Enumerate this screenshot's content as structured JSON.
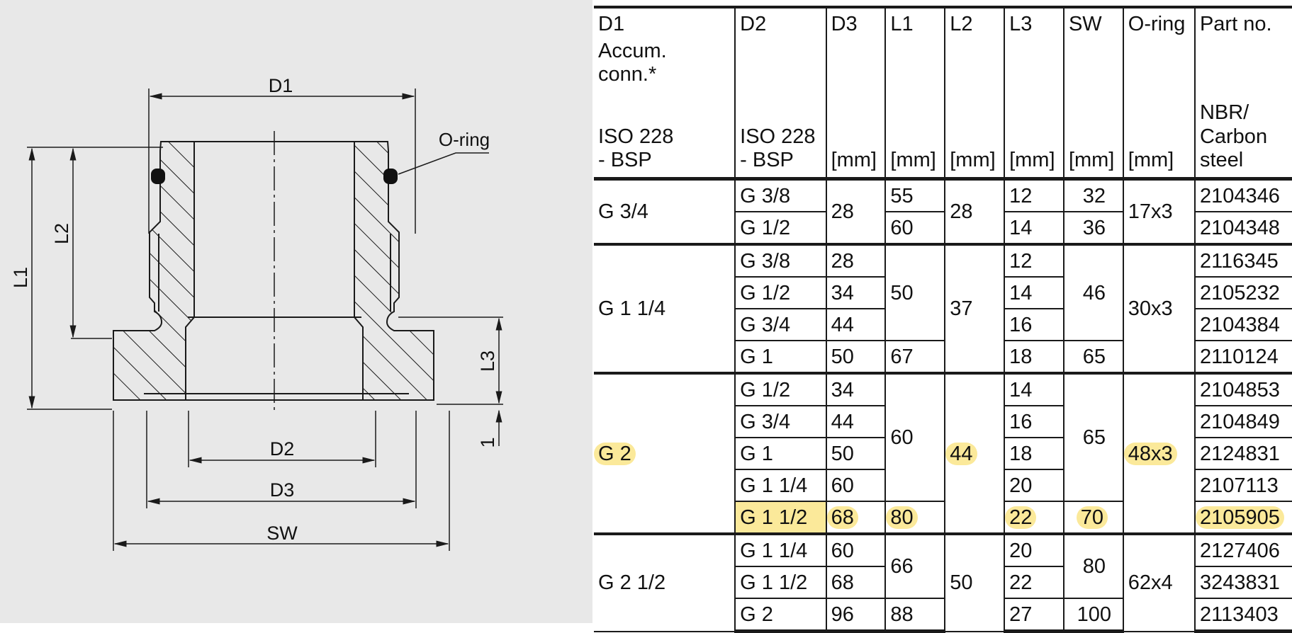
{
  "drawing": {
    "labels": {
      "d1": "D1",
      "d2": "D2",
      "d3": "D3",
      "sw": "SW",
      "l1": "L1",
      "l2": "L2",
      "l3": "L3",
      "gap": "1",
      "oring": "O-ring"
    }
  },
  "table": {
    "headers": [
      {
        "top": "D1",
        "mid": "Accum. conn.*",
        "bottom": "ISO 228 - BSP"
      },
      {
        "top": "D2",
        "mid": "",
        "bottom": "ISO 228 - BSP"
      },
      {
        "top": "D3",
        "mid": "",
        "bottom": "[mm]"
      },
      {
        "top": "L1",
        "mid": "",
        "bottom": "[mm]"
      },
      {
        "top": "L2",
        "mid": "",
        "bottom": "[mm]"
      },
      {
        "top": "L3",
        "mid": "",
        "bottom": "[mm]"
      },
      {
        "top": "SW",
        "mid": "",
        "bottom": "[mm]"
      },
      {
        "top": "O-ring",
        "mid": "",
        "bottom": "[mm]"
      },
      {
        "top": "Part no.",
        "mid": "",
        "bottom": "NBR/ Carbon steel"
      }
    ],
    "highlight_color": "#fbe99a",
    "groups": [
      {
        "d1": "G 3/4",
        "l2": "28",
        "oring": "17x3",
        "rows": [
          {
            "d2": "G 3/8",
            "d3": "28",
            "l1": "55",
            "l3": "12",
            "sw": "32",
            "part": "2104346"
          },
          {
            "d2": "G 1/2",
            "d3": "28",
            "l1": "60",
            "l3": "14",
            "sw": "36",
            "part": "2104348"
          }
        ]
      },
      {
        "d1": "G 1 1/4",
        "l2": "37",
        "oring": "30x3",
        "rows": [
          {
            "d2": "G 3/8",
            "d3": "28",
            "l1": "50",
            "l3": "12",
            "sw": "46",
            "part": "2116345"
          },
          {
            "d2": "G 1/2",
            "d3": "34",
            "l1": "50",
            "l3": "14",
            "sw": "46",
            "part": "2105232"
          },
          {
            "d2": "G 3/4",
            "d3": "44",
            "l1": "50",
            "l3": "16",
            "sw": "46",
            "part": "2104384"
          },
          {
            "d2": "G 1",
            "d3": "50",
            "l1": "67",
            "l3": "18",
            "sw": "65",
            "part": "2110124"
          }
        ]
      },
      {
        "d1": "G 2",
        "l2": "44",
        "oring": "48x3",
        "highlighted": true,
        "rows": [
          {
            "d2": "G 1/2",
            "d3": "34",
            "l1": "60",
            "l3": "14",
            "sw": "65",
            "part": "2104853"
          },
          {
            "d2": "G 3/4",
            "d3": "44",
            "l1": "60",
            "l3": "16",
            "sw": "65",
            "part": "2104849"
          },
          {
            "d2": "G 1",
            "d3": "50",
            "l1": "60",
            "l3": "18",
            "sw": "65",
            "part": "2124831"
          },
          {
            "d2": "G 1 1/4",
            "d3": "60",
            "l1": "60",
            "l3": "20",
            "sw": "65",
            "part": "2107113"
          },
          {
            "d2": "G 1 1/2",
            "d3": "68",
            "l1": "80",
            "l3": "22",
            "sw": "70",
            "part": "2105905",
            "highlighted": true
          }
        ]
      },
      {
        "d1": "G 2 1/2",
        "l2": "50",
        "oring": "62x4",
        "rows": [
          {
            "d2": "G 1 1/4",
            "d3": "60",
            "l1": "66",
            "l3": "20",
            "sw": "80",
            "part": "2127406"
          },
          {
            "d2": "G 1 1/2",
            "d3": "68",
            "l1": "66",
            "l3": "22",
            "sw": "80",
            "part": "3243831"
          },
          {
            "d2": "G 2",
            "d3": "96",
            "l1": "88",
            "l3": "27",
            "sw": "100",
            "part": "2113403"
          }
        ]
      }
    ]
  }
}
